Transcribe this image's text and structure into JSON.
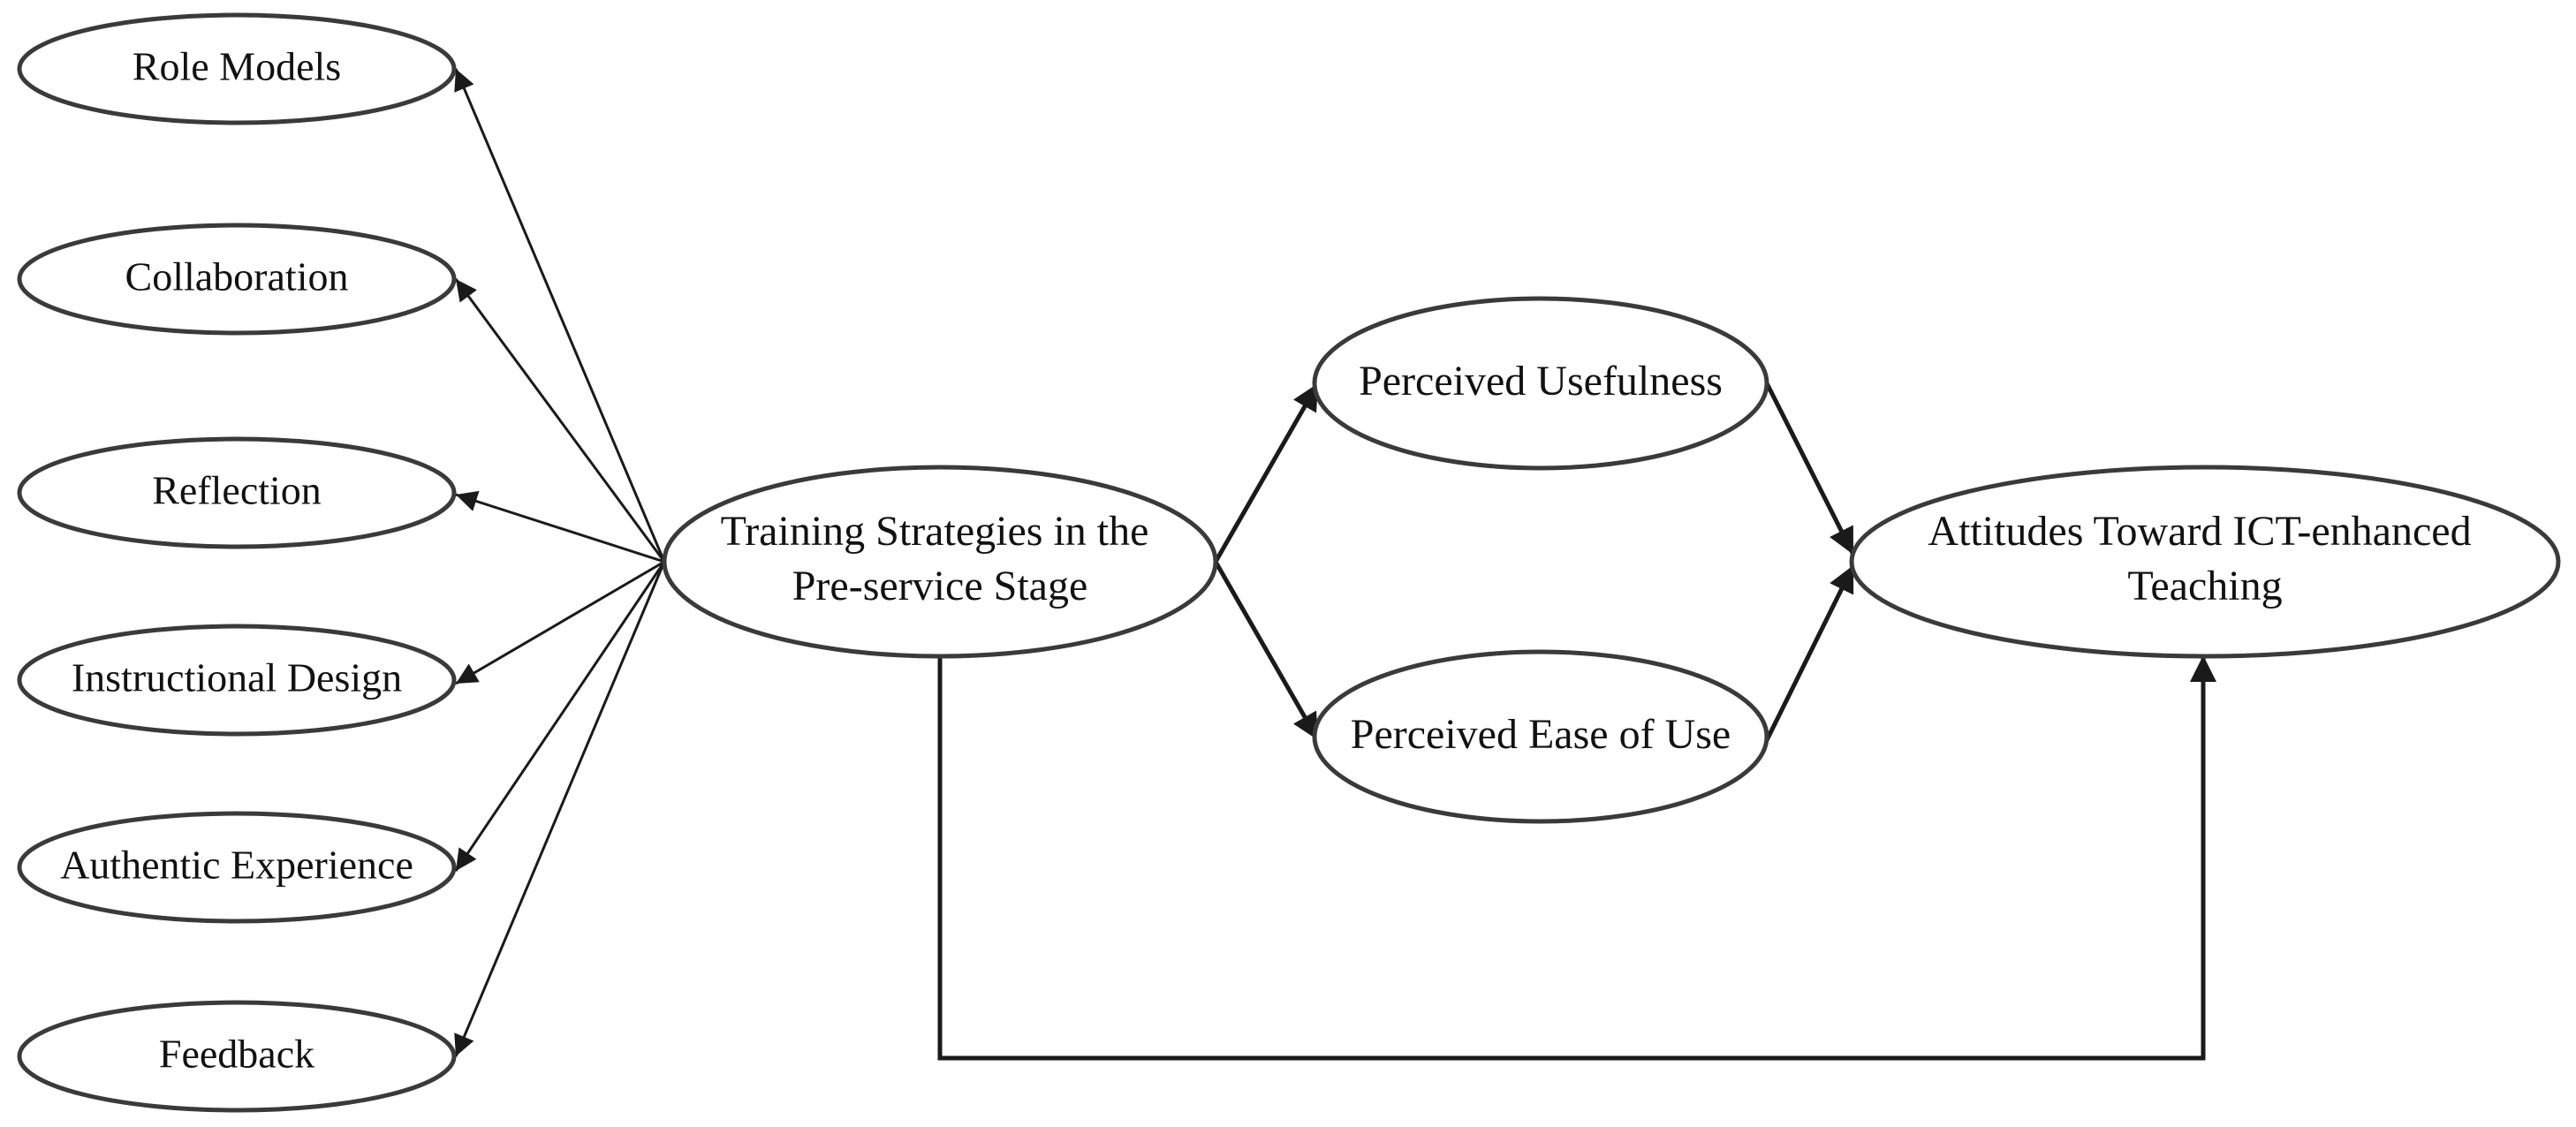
{
  "diagram": {
    "nodes": {
      "role_models": "Role Models",
      "collaboration": "Collaboration",
      "reflection": "Reflection",
      "instructional_design": "Instructional Design",
      "authentic_experience": "Authentic Experience",
      "feedback": "Feedback",
      "training_strategies": [
        "Training Strategies in the",
        "Pre-service Stage"
      ],
      "perceived_usefulness": "Perceived Usefulness",
      "perceived_ease_of_use": "Perceived Ease of Use",
      "attitudes": [
        "Attitudes Toward ICT-enhanced",
        "Teaching"
      ]
    },
    "edges": [
      {
        "from": "training_strategies",
        "to": "role_models"
      },
      {
        "from": "training_strategies",
        "to": "collaboration"
      },
      {
        "from": "training_strategies",
        "to": "reflection"
      },
      {
        "from": "training_strategies",
        "to": "instructional_design"
      },
      {
        "from": "training_strategies",
        "to": "authentic_experience"
      },
      {
        "from": "training_strategies",
        "to": "feedback"
      },
      {
        "from": "training_strategies",
        "to": "perceived_usefulness"
      },
      {
        "from": "training_strategies",
        "to": "perceived_ease_of_use"
      },
      {
        "from": "perceived_usefulness",
        "to": "attitudes"
      },
      {
        "from": "perceived_ease_of_use",
        "to": "attitudes"
      },
      {
        "from": "training_strategies",
        "to": "attitudes"
      }
    ]
  }
}
